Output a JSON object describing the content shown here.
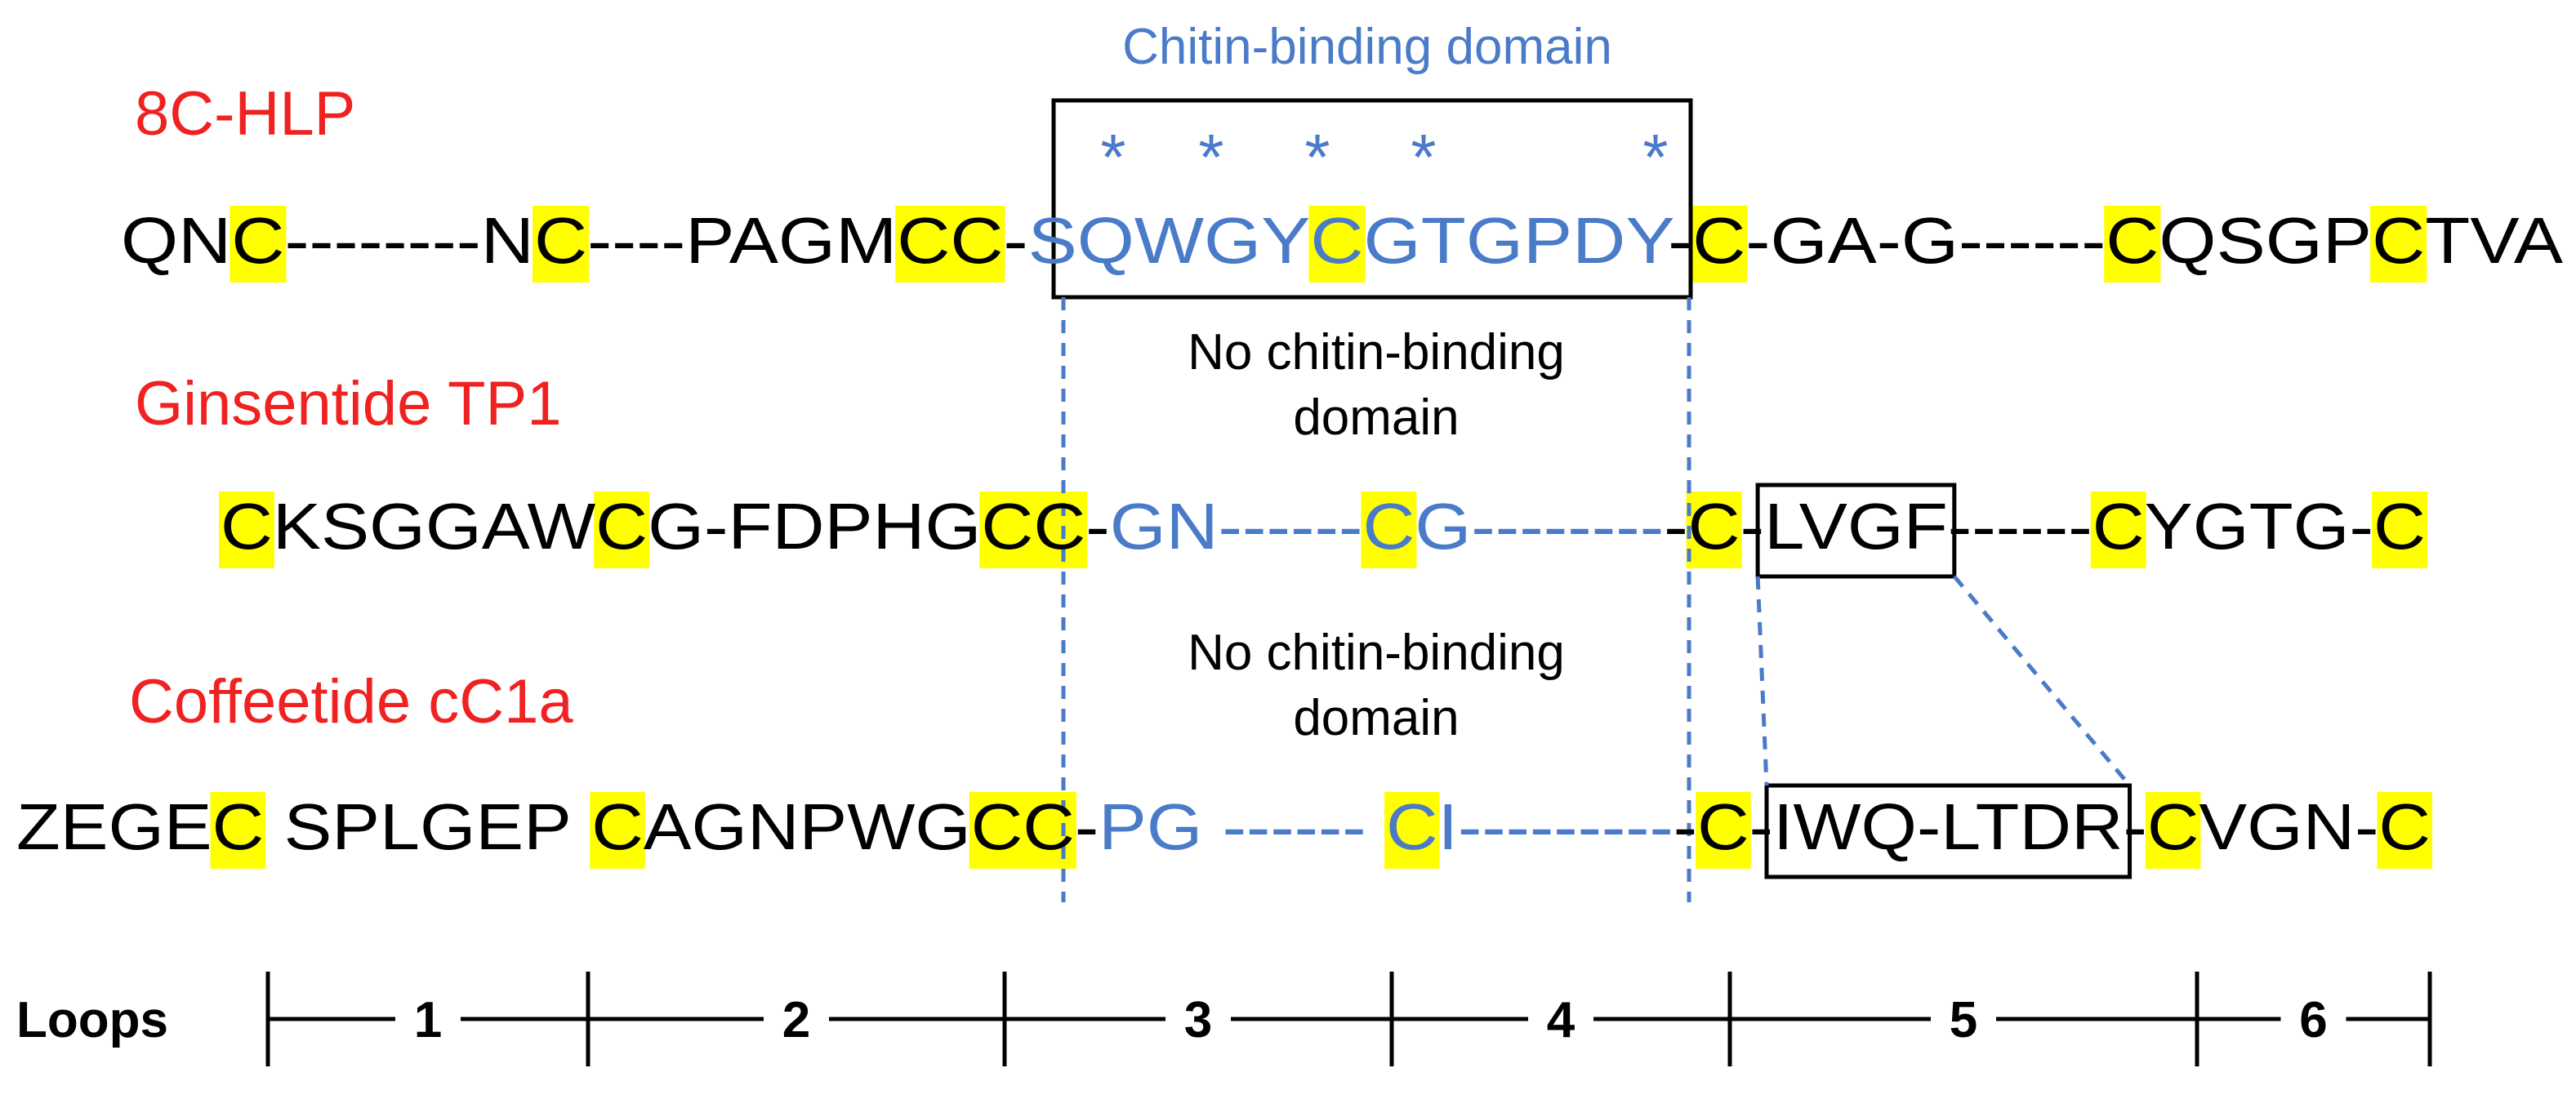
{
  "colors": {
    "name_color": "#f02121",
    "domain_color": "#4a7bc8",
    "highlight": "#ffff00",
    "text": "#000000"
  },
  "domain_label": "Chitin-binding domain",
  "peptides": [
    {
      "name": "8C-HLP",
      "sequence_segments": [
        {
          "t": "QN",
          "c": "k"
        },
        {
          "t": "C",
          "c": "k",
          "hl": true
        },
        {
          "t": "--------N",
          "c": "k"
        },
        {
          "t": "C",
          "c": "k",
          "hl": true
        },
        {
          "t": "----PAGM",
          "c": "k"
        },
        {
          "t": "CC",
          "c": "k",
          "hl": true
        },
        {
          "t": "-",
          "c": "k"
        },
        {
          "t": "SQWGY",
          "c": "b"
        },
        {
          "t": "C",
          "c": "b",
          "hl": true
        },
        {
          "t": "GTGPDY",
          "c": "b"
        },
        {
          "t": "-",
          "c": "k"
        },
        {
          "t": "C",
          "c": "k",
          "hl": true
        },
        {
          "t": "-GA-G------",
          "c": "k"
        },
        {
          "t": "C",
          "c": "k",
          "hl": true
        },
        {
          "t": "QSGP",
          "c": "k"
        },
        {
          "t": "C",
          "c": "k",
          "hl": true
        },
        {
          "t": "TVA",
          "c": "k"
        }
      ]
    },
    {
      "name": "Ginsentide TP1",
      "note": "No chitin-binding domain",
      "sequence_segments": [
        {
          "t": "C",
          "c": "k",
          "hl": true
        },
        {
          "t": "KSGGAW",
          "c": "k"
        },
        {
          "t": "C",
          "c": "k",
          "hl": true
        },
        {
          "t": "G-FDPHG",
          "c": "k"
        },
        {
          "t": "CC",
          "c": "k",
          "hl": true
        },
        {
          "t": "-",
          "c": "k"
        },
        {
          "t": "GN------",
          "c": "b"
        },
        {
          "t": "C",
          "c": "b",
          "hl": true
        },
        {
          "t": "G--------",
          "c": "b"
        },
        {
          "t": "-",
          "c": "k"
        },
        {
          "t": "C",
          "c": "k",
          "hl": true
        },
        {
          "t": "-",
          "c": "k"
        },
        {
          "t": "LVGF",
          "c": "k",
          "box": true
        },
        {
          "t": "------",
          "c": "k"
        },
        {
          "t": "C",
          "c": "k",
          "hl": true
        },
        {
          "t": "YGTG-",
          "c": "k"
        },
        {
          "t": "C",
          "c": "k",
          "hl": true
        }
      ]
    },
    {
      "name": "Coffeetide cC1a",
      "note": "No chitin-binding domain",
      "sequence_segments": [
        {
          "t": "ZEGE",
          "c": "k"
        },
        {
          "t": "C",
          "c": "k",
          "hl": true
        },
        {
          "t": " SPLGEP ",
          "c": "k"
        },
        {
          "t": "C",
          "c": "k",
          "hl": true
        },
        {
          "t": "AGNPWG",
          "c": "k"
        },
        {
          "t": "CC",
          "c": "k",
          "hl": true
        },
        {
          "t": "-",
          "c": "k"
        },
        {
          "t": "PG ------ ",
          "c": "b"
        },
        {
          "t": "C",
          "c": "b",
          "hl": true
        },
        {
          "t": "I---------",
          "c": "b"
        },
        {
          "t": "-",
          "c": "k"
        },
        {
          "t": "C",
          "c": "k",
          "hl": true
        },
        {
          "t": "-",
          "c": "k"
        },
        {
          "t": "IWQ-LTDR",
          "c": "k",
          "box": true
        },
        {
          "t": "-",
          "c": "k"
        },
        {
          "t": "C",
          "c": "k",
          "hl": true
        },
        {
          "t": "VGN-",
          "c": "k"
        },
        {
          "t": "C",
          "c": "k",
          "hl": true
        }
      ]
    }
  ],
  "loops": {
    "label": "Loops",
    "numbers": [
      "1",
      "2",
      "3",
      "4",
      "5",
      "6"
    ]
  }
}
